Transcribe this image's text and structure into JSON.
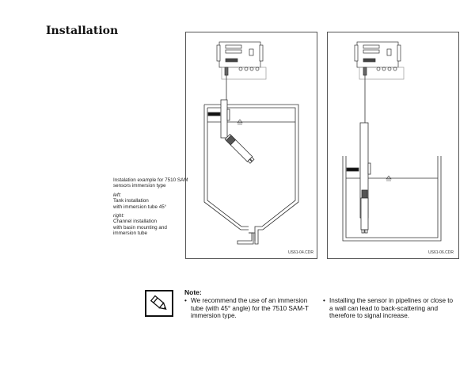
{
  "heading": "Installation",
  "caption": {
    "intro": "Instalation example for 7510 SAM sensors immersion type",
    "left_label": "left:",
    "left_title": "Tank installation",
    "left_desc": "with immersion tube 45°",
    "right_label": "right:",
    "right_title": "Channel installation",
    "right_desc": "with basin mounting and immersion tube"
  },
  "figures": [
    {
      "file": "US61-04.CDR"
    },
    {
      "file": "US61-06.CDR"
    }
  ],
  "note": {
    "icon": "pencil-icon",
    "title": "Note:",
    "bullets": [
      "We recommend the use of an immersion tube (with 45° angle) for the 7510 SAM-T immersion type.",
      "Installing the sensor in pipelines or close to a wall can lead to back-scattering and therefore to signal increase."
    ]
  }
}
